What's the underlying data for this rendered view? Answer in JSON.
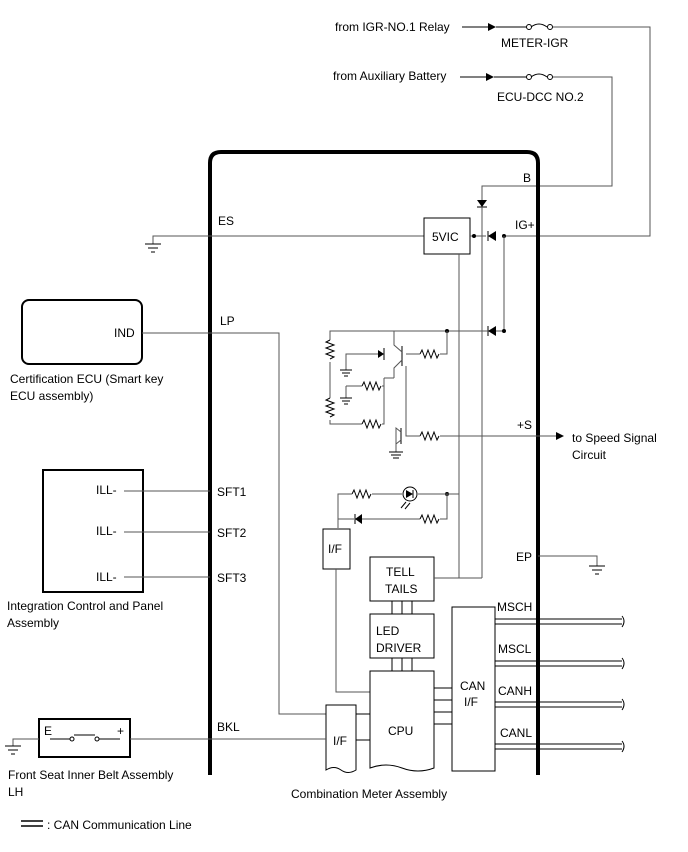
{
  "sources": {
    "igr_relay": "from IGR-NO.1 Relay",
    "aux_battery": "from Auxiliary Battery",
    "meter_igr": "METER-IGR",
    "ecu_dcc": "ECU-DCC NO.2"
  },
  "pins": {
    "b": "B",
    "es": "ES",
    "ig_plus": "IG+",
    "lp": "LP",
    "plus_s": "+S",
    "sft1": "SFT1",
    "sft2": "SFT2",
    "sft3": "SFT3",
    "ep": "EP",
    "bkl": "BKL",
    "msch": "MSCH",
    "mscl": "MSCL",
    "canh": "CANH",
    "canl": "CANL"
  },
  "blocks": {
    "vic": "5VIC",
    "tell_line1": "TELL",
    "tell_line2": "TAILS",
    "led_line1": "LED",
    "led_line2": "DRIVER",
    "cpu": "CPU",
    "if_upper": "I/F",
    "if_lower": "I/F",
    "can_line1": "CAN",
    "can_line2": "I/F"
  },
  "components": {
    "cert_pin": "IND",
    "cert_label_line1": "Certification ECU (Smart key",
    "cert_label_line2": "ECU assembly)",
    "integ_pin1": "ILL-",
    "integ_pin2": "ILL-",
    "integ_pin3": "ILL-",
    "integ_label_line1": "Integration Control and Panel",
    "integ_label_line2": "Assembly",
    "belt_e": "E",
    "belt_plus": "+",
    "belt_label_line1": "Front Seat Inner Belt Assembly",
    "belt_label_line2": "LH",
    "speed_line1": "to Speed Signal",
    "speed_line2": "Circuit",
    "meter_assembly": "Combination Meter Assembly"
  },
  "legend": {
    "can_line": ": CAN Communication Line"
  }
}
